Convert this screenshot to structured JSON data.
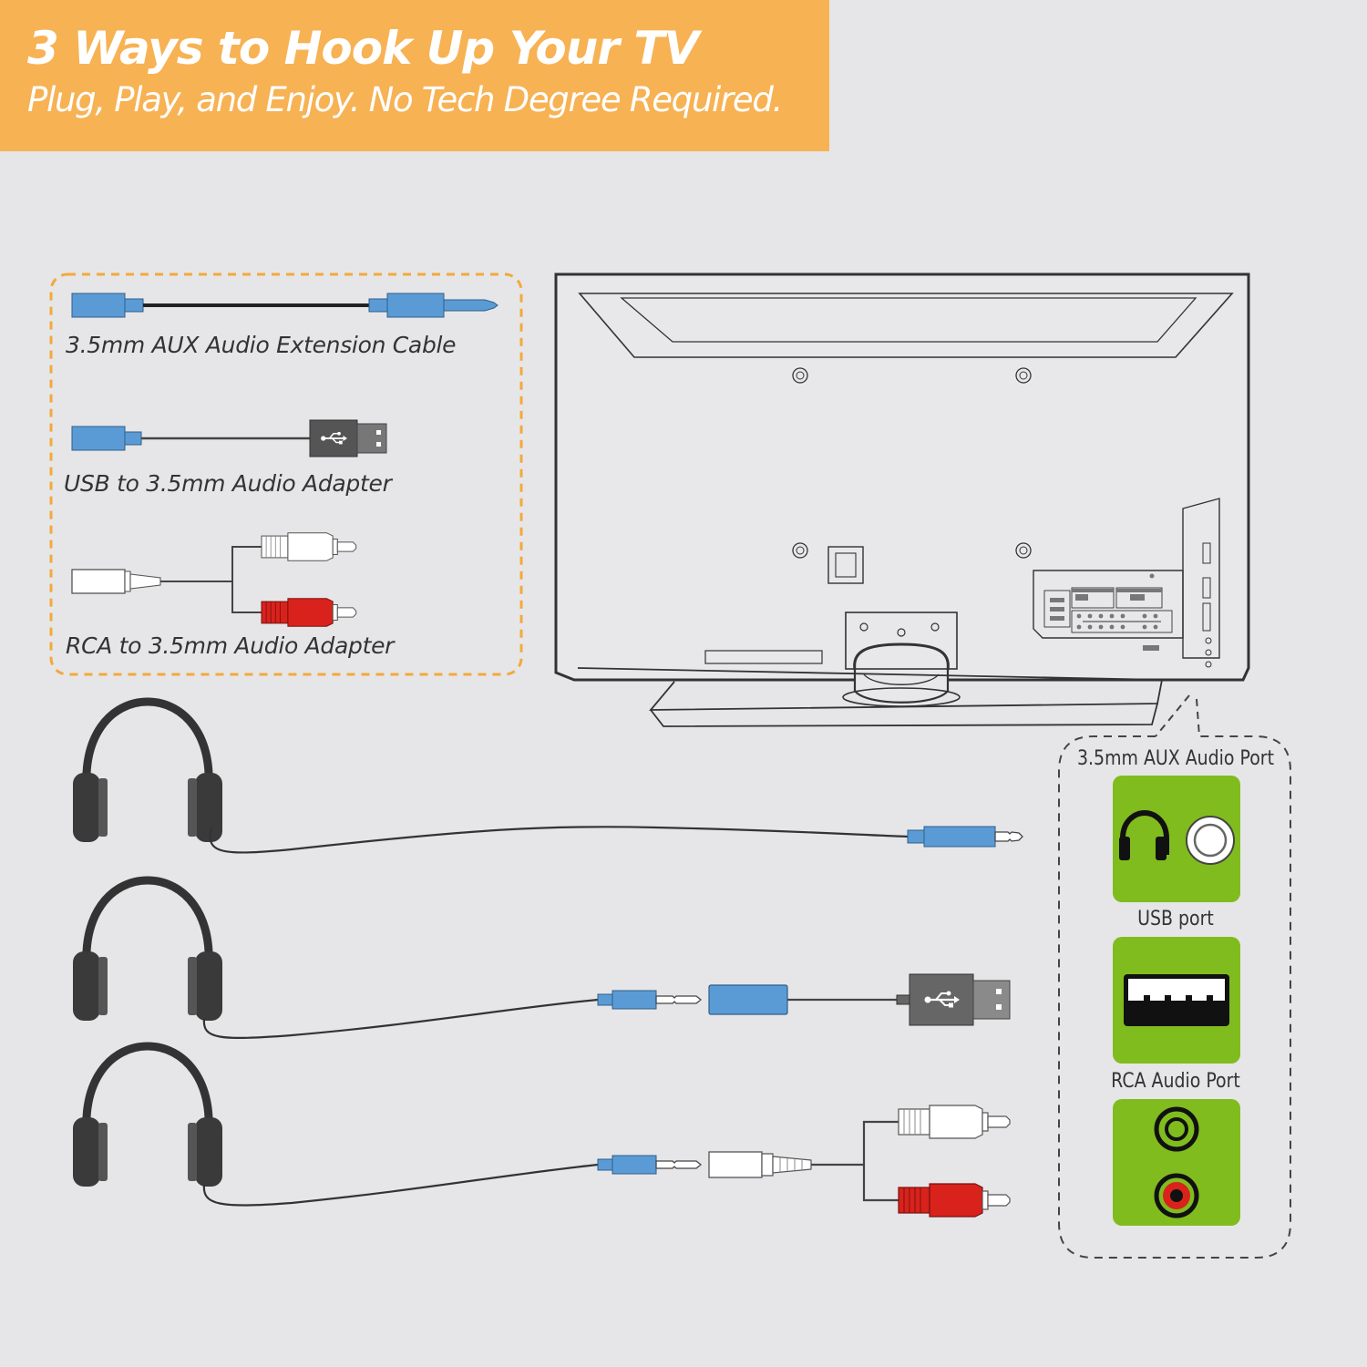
{
  "banner": {
    "title": "3 Ways to Hook Up Your TV",
    "subtitle": "Plug, Play, and Enjoy. No Tech Degree Required."
  },
  "legend": {
    "aux_cable": "3.5mm AUX Audio Extension Cable",
    "usb_adapter": "USB to 3.5mm Audio Adapter",
    "rca_adapter": "RCA to 3.5mm Audio Adapter"
  },
  "ports": {
    "aux": "3.5mm AUX Audio Port",
    "usb": "USB port",
    "rca": "RCA Audio Port"
  },
  "colors": {
    "banner": "#f7b254",
    "legend_border": "#f2a93b",
    "port_green": "#80bc1e",
    "plug_blue": "#5b9bd5",
    "usb_gray": "#666666",
    "rca_red": "#d9221c",
    "rca_white": "#ffffff",
    "background": "#e6e6e8"
  }
}
